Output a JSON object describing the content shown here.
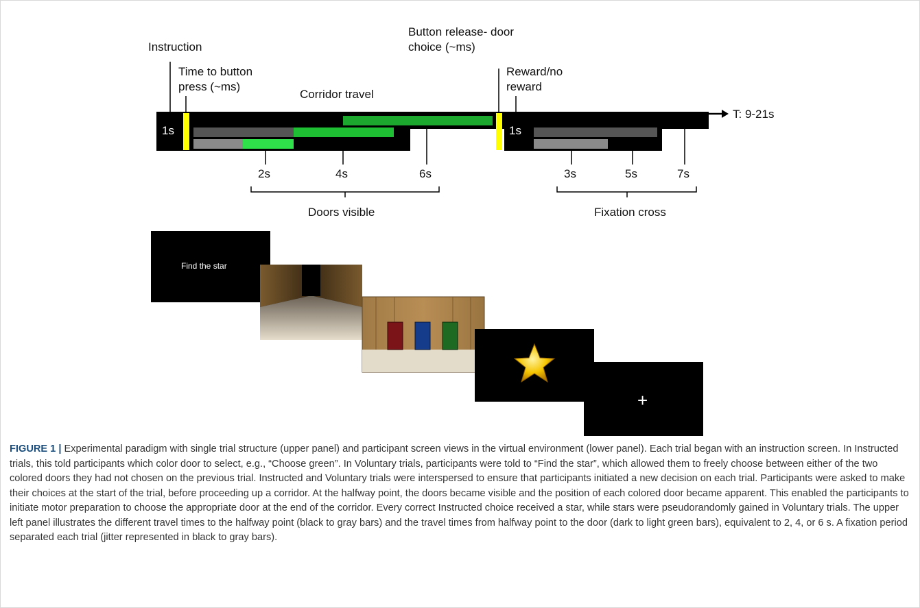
{
  "figure": {
    "timeline": {
      "instruction": "Instruction",
      "time_to_press_1": "Time to button",
      "time_to_press_2": "press (~ms)",
      "corridor_travel": "Corridor travel",
      "release_1": "Button release- door",
      "release_2": "choice (~ms)",
      "reward_1": "Reward/no",
      "reward_2": "reward",
      "total": "T: 9-21s",
      "instr_duration": "1s",
      "reward_duration": "1s",
      "ticks_doors": [
        "2s",
        "4s",
        "6s"
      ],
      "ticks_fix": [
        "3s",
        "5s",
        "7s"
      ],
      "doors_visible": "Doors visible",
      "fixation_cross": "Fixation cross"
    },
    "screens": {
      "instruction_text": "Find the star",
      "fixation_symbol": "+"
    },
    "colors": {
      "yellow_marker": "#ffff00",
      "green_light": "#2fe04a",
      "green_mid": "#1fbf33",
      "gray_dark": "#555555",
      "gray_light": "#8a8a8a",
      "caption_label": "#1a4d7c"
    },
    "caption": {
      "label": "FIGURE 1 |",
      "text": " Experimental paradigm with single trial structure (upper panel) and participant screen views in the virtual environment (lower panel). Each trial began with an instruction screen. In Instructed trials, this told participants which color door to select, e.g., “Choose green”. In Voluntary trials, participants were told to “Find the star”, which allowed them to freely choose between either of the two colored doors they had not chosen on the previous trial. Instructed and Voluntary trials were interspersed to ensure that participants initiated a new decision on each trial. Participants were asked to make their choices at the start of the trial, before proceeding up a corridor. At the halfway point, the doors became visible and the position of each colored door became apparent. This enabled the participants to initiate motor preparation to choose the appropriate door at the end of the corridor. Every correct Instructed choice received a star, while stars were pseudorandomly gained in Voluntary trials. The upper left panel illustrates the different travel times to the halfway point (black to gray bars) and the travel times from halfway point to the door (dark to light green bars), equivalent to 2, 4, or 6 s. A fixation period separated each trial (jitter represented in black to gray bars)."
    }
  }
}
